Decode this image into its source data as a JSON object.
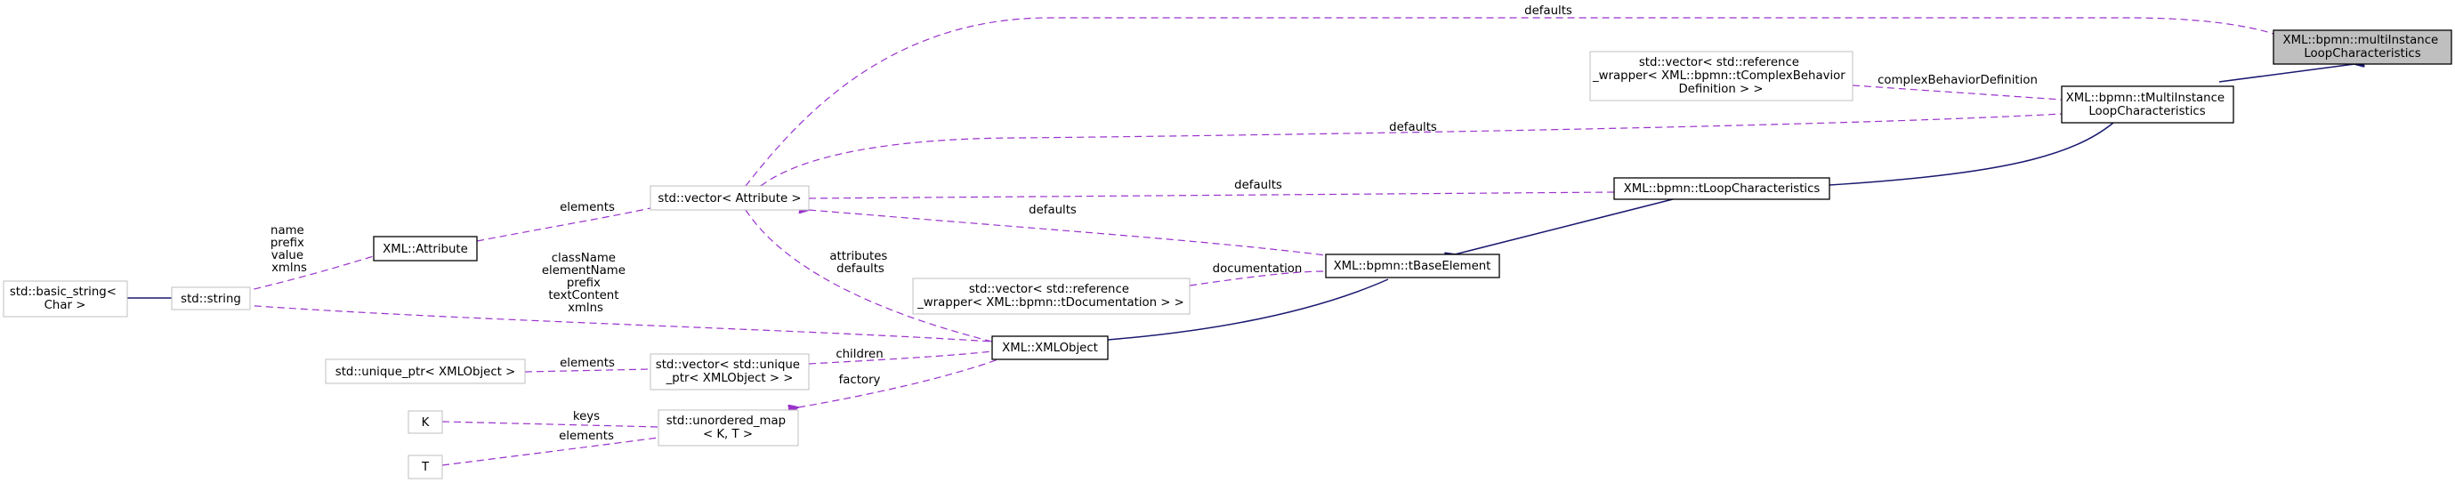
{
  "nodes": {
    "multi_instance_loop": [
      "XML::bpmn::multiInstance",
      "LoopCharacteristics"
    ],
    "t_multi_instance_loop": [
      "XML::bpmn::tMultiInstance",
      "LoopCharacteristics"
    ],
    "complex_behavior_vector": [
      "std::vector< std::reference",
      "_wrapper< XML::bpmn::tComplexBehavior",
      "Definition > >"
    ],
    "t_loop_characteristics": [
      "XML::bpmn::tLoopCharacteristics"
    ],
    "attribute_vector": [
      "std::vector< Attribute >"
    ],
    "xml_attribute": [
      "XML::Attribute"
    ],
    "t_base_element": [
      "XML::bpmn::tBaseElement"
    ],
    "documentation_vector": [
      "std::vector< std::reference",
      "_wrapper< XML::bpmn::tDocumentation > >"
    ],
    "basic_string": [
      "std::basic_string<",
      "Char >"
    ],
    "std_string": [
      "std::string"
    ],
    "xml_object": [
      "XML::XMLObject"
    ],
    "unique_ptr": [
      "std::unique_ptr< XMLObject >"
    ],
    "unique_ptr_vector": [
      "std::vector< std::unique",
      "_ptr< XMLObject > >"
    ],
    "unordered_map": [
      "std::unordered_map",
      "< K, T >"
    ],
    "k": [
      "K"
    ],
    "t": [
      "T"
    ]
  },
  "edge_labels": {
    "multi_defaults": [
      "defaults"
    ],
    "complex_behavior": [
      "complexBehaviorDefinition"
    ],
    "tmulti_defaults": [
      "defaults"
    ],
    "tloop_defaults": [
      "defaults"
    ],
    "base_defaults": [
      "defaults"
    ],
    "attribute_elements": [
      "elements"
    ],
    "string_to_attribute": [
      "name",
      "prefix",
      "value",
      "xmlns"
    ],
    "documentation": [
      "documentation"
    ],
    "object_attributes": [
      "attributes",
      "defaults"
    ],
    "string_to_object": [
      "className",
      "elementName",
      "prefix",
      "textContent",
      "xmlns"
    ],
    "children": [
      "children"
    ],
    "unique_elements": [
      "elements"
    ],
    "factory": [
      "factory"
    ],
    "keys": [
      "keys"
    ],
    "map_elements": [
      "elements"
    ]
  }
}
